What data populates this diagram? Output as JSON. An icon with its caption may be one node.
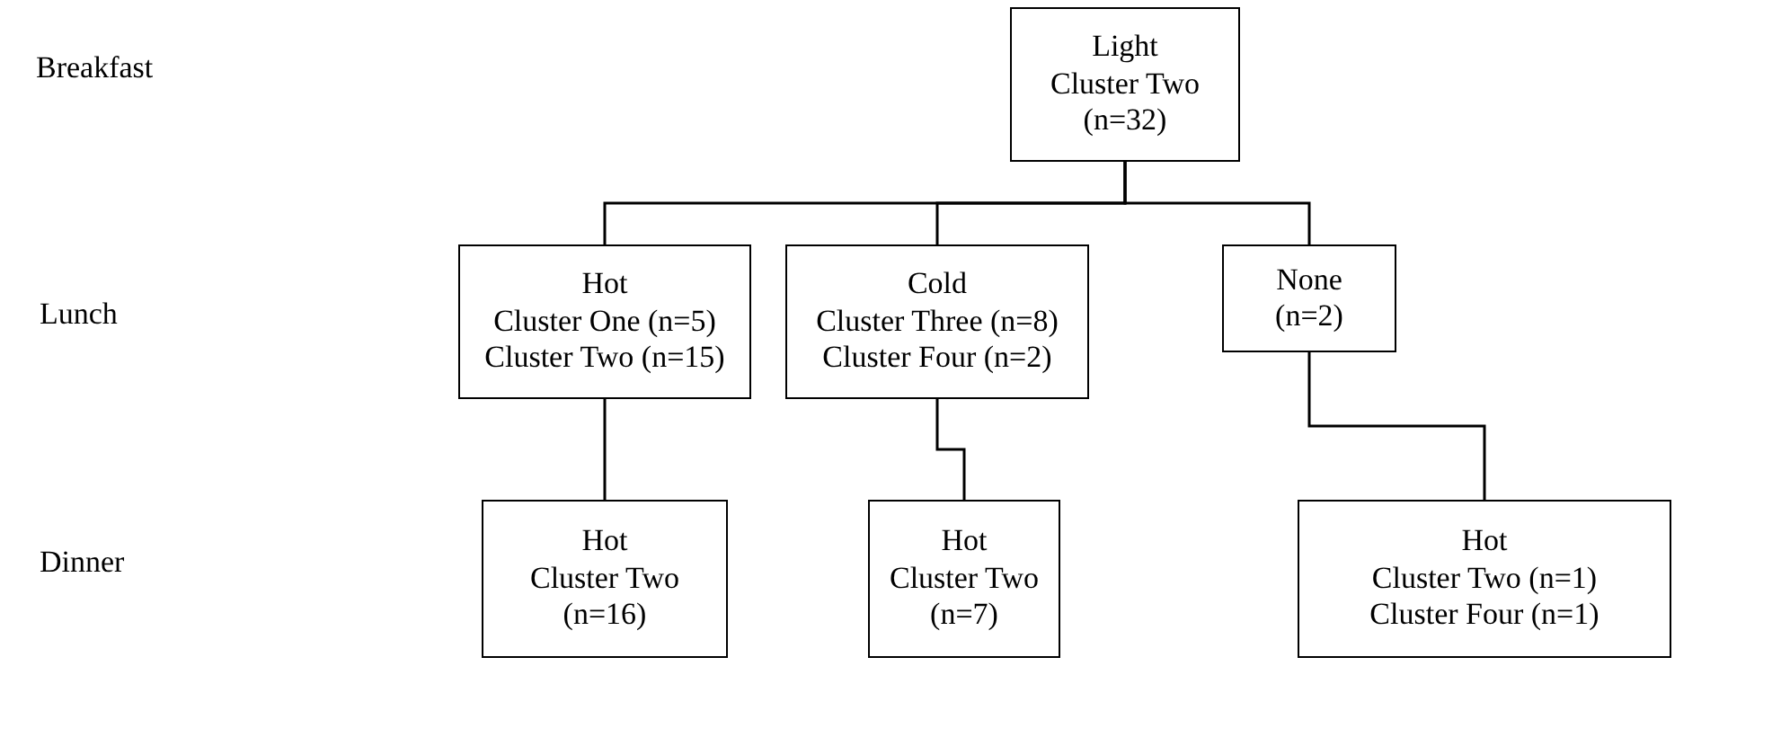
{
  "diagram": {
    "nodes": [
      {
        "text": [
          "Light",
          "Cluster Two",
          "(n=32)"
        ]
      },
      {
        "text": [
          "Hot",
          "Cluster One (n=5)",
          "Cluster Two (n=15)"
        ]
      },
      {
        "text": [
          "Cold",
          "Cluster Three (n=8)",
          "Cluster Four (n=2)"
        ]
      },
      {
        "text": [
          "None",
          "(n=2)"
        ]
      },
      {
        "text": [
          "Hot",
          "Cluster Two",
          "(n=16)"
        ]
      },
      {
        "text": [
          "Hot",
          "Cluster Two",
          "(n=7)"
        ]
      },
      {
        "text": [
          "Hot",
          "Cluster Two (n=1)",
          "Cluster Four (n=1)"
        ]
      }
    ],
    "edges": [
      {
        "from": 0,
        "to": 1,
        "arrow": "none"
      },
      {
        "from": 0,
        "to": 2,
        "arrow": "none"
      },
      {
        "from": 0,
        "to": 3,
        "arrow": "none"
      },
      {
        "from": 1,
        "to": 4,
        "arrow": "none"
      },
      {
        "from": 2,
        "to": 5,
        "arrow": "none"
      },
      {
        "from": 3,
        "to": 6,
        "arrow": "none"
      }
    ],
    "labels": [
      "Breakfast",
      "Lunch",
      "Dinner"
    ]
  }
}
